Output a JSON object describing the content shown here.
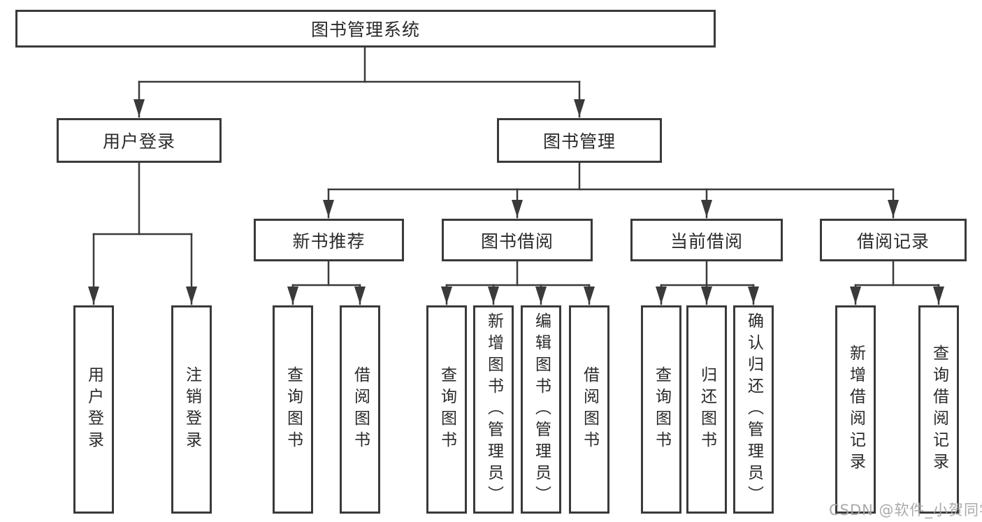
{
  "tree": {
    "label": "图书管理系统",
    "children": [
      {
        "label": "用户登录",
        "children": [
          {
            "label": "用户登录"
          },
          {
            "label": "注销登录"
          }
        ]
      },
      {
        "label": "图书管理",
        "children": [
          {
            "label": "新书推荐",
            "children": [
              {
                "label": "查询图书"
              },
              {
                "label": "借阅图书"
              }
            ]
          },
          {
            "label": "图书借阅",
            "children": [
              {
                "label": "查询图书"
              },
              {
                "label": "新增图书（管理员）"
              },
              {
                "label": "编辑图书（管理员）"
              },
              {
                "label": "借阅图书"
              }
            ]
          },
          {
            "label": "当前借阅",
            "children": [
              {
                "label": "查询图书"
              },
              {
                "label": "归还图书"
              },
              {
                "label": "确认归还（管理员）"
              }
            ]
          },
          {
            "label": "借阅记录",
            "children": [
              {
                "label": "新增借阅记录"
              },
              {
                "label": "查询借阅记录"
              }
            ]
          }
        ]
      }
    ]
  },
  "colors": {
    "line": "#3a3a3a",
    "text": "#2a2a2a",
    "watermark": "#a5a5a5"
  },
  "watermark": "CSDN @软件_小贺同学"
}
